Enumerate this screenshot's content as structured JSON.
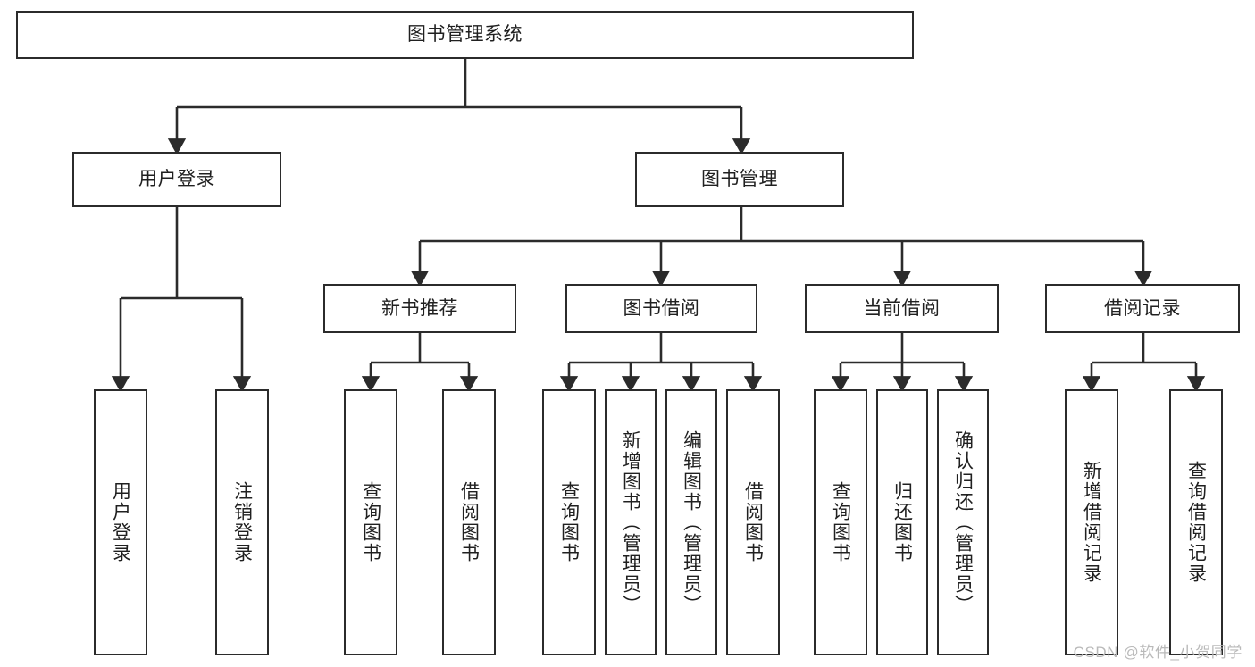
{
  "diagram": {
    "title": "图书管理系统",
    "type": "hierarchy-tree",
    "colors": {
      "stroke": "#2b2b2b",
      "fill": "#ffffff",
      "text": "#202020",
      "watermark": "#b9b9b9"
    },
    "levels": {
      "root": {
        "label": "图书管理系统"
      },
      "level2": [
        {
          "label": "用户登录"
        },
        {
          "label": "图书管理"
        }
      ],
      "level3": [
        {
          "label": "新书推荐"
        },
        {
          "label": "图书借阅"
        },
        {
          "label": "当前借阅"
        },
        {
          "label": "借阅记录"
        }
      ],
      "leaves": {
        "user_login": [
          {
            "label": "用户登录"
          },
          {
            "label": "注销登录"
          }
        ],
        "new_book_recommend": [
          {
            "label": "查询图书"
          },
          {
            "label": "借阅图书"
          }
        ],
        "book_borrow": [
          {
            "label": "查询图书"
          },
          {
            "label": "新增图书（管理员）"
          },
          {
            "label": "编辑图书（管理员）"
          },
          {
            "label": "借阅图书"
          }
        ],
        "current_borrow": [
          {
            "label": "查询图书"
          },
          {
            "label": "归还图书"
          },
          {
            "label": "确认归还（管理员）"
          }
        ],
        "borrow_record": [
          {
            "label": "新增借阅记录"
          },
          {
            "label": "查询借阅记录"
          }
        ]
      }
    }
  },
  "watermark": {
    "text": "CSDN @软件_小贺同学"
  }
}
